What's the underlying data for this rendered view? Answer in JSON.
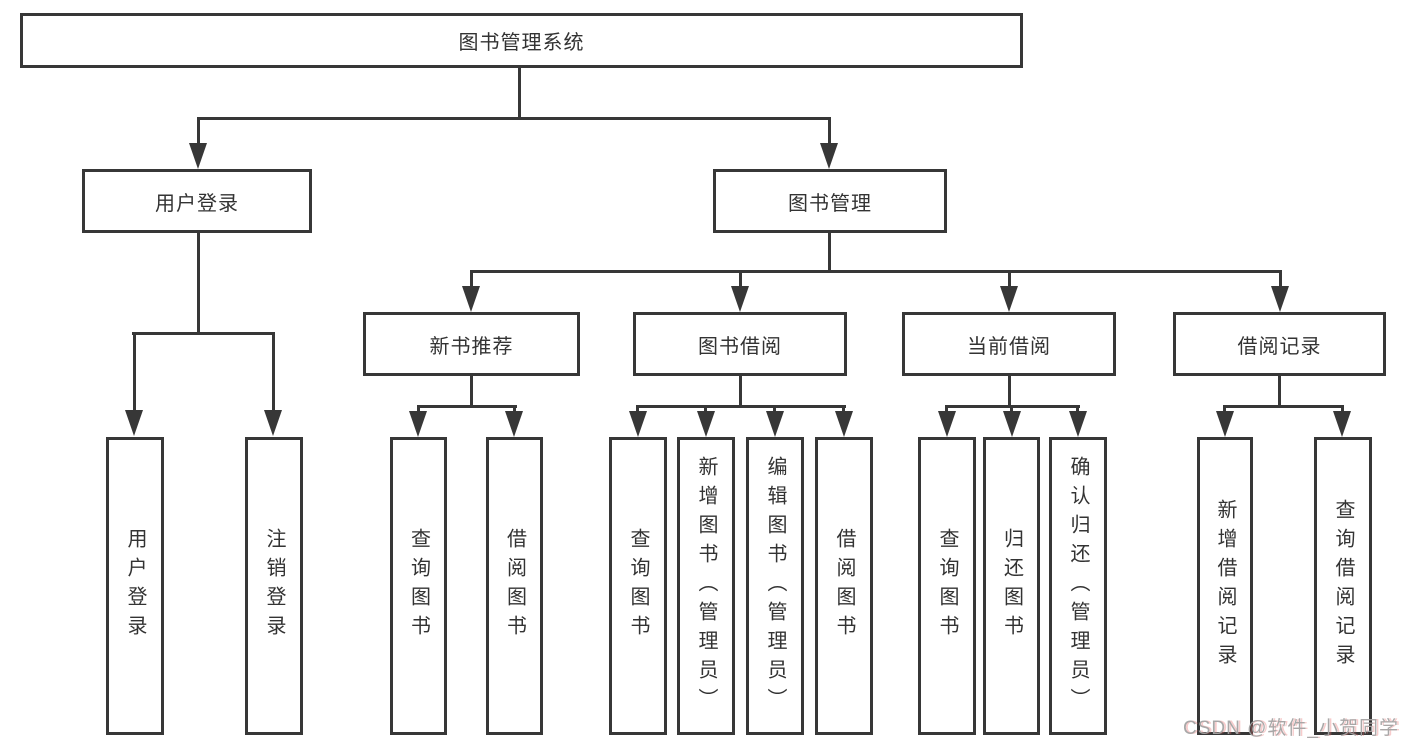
{
  "diagram_title": "图书管理系统",
  "nodes": {
    "root": "图书管理系统",
    "user_login": "用户登录",
    "book_mgmt": "图书管理",
    "new_books": "新书推荐",
    "book_borrow": "图书借阅",
    "current_borrow": "当前借阅",
    "borrow_records": "借阅记录"
  },
  "leaves": {
    "user_login": [
      "用户登录",
      "注销登录"
    ],
    "new_books": [
      "查询图书",
      "借阅图书"
    ],
    "book_borrow": [
      "查询图书",
      "新增图书（管理员）",
      "编辑图书（管理员）",
      "借阅图书"
    ],
    "current_borrow": [
      "查询图书",
      "归还图书",
      "确认归还（管理员）"
    ],
    "borrow_records": [
      "新增借阅记录",
      "查询借阅记录"
    ]
  },
  "watermark": "CSDN @软件_小贺同学",
  "colors": {
    "line": "#373737",
    "text": "#333333",
    "watermark": "#a3a3a3",
    "background": "#ffffff"
  }
}
